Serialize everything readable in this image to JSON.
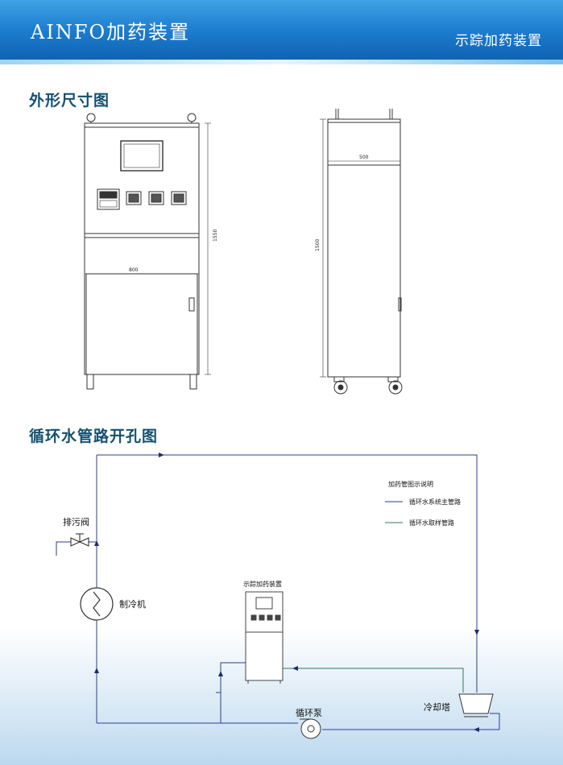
{
  "header": {
    "title": "AINFO加药装置",
    "subtitle": "示踪加药装置"
  },
  "section1": {
    "title": "外形尺寸图",
    "front_width": "800",
    "front_height": "1550",
    "side_depth": "500",
    "side_height": "1500"
  },
  "section2": {
    "title": "循环水管路开孔图",
    "labels": {
      "valve": "排污阀",
      "chiller": "制冷机",
      "device": "示踪加药装置",
      "pump": "循环泵",
      "tower": "冷却塔"
    },
    "legend": {
      "title": "加药管图示说明",
      "items": [
        "循环水系统主管路",
        "循环水取样管路"
      ]
    }
  },
  "colors": {
    "header": "#1e7ed0",
    "section_title": "#15506f",
    "main_pipe": "#2a3f8f",
    "sample_pipe": "#2f7a5a"
  }
}
